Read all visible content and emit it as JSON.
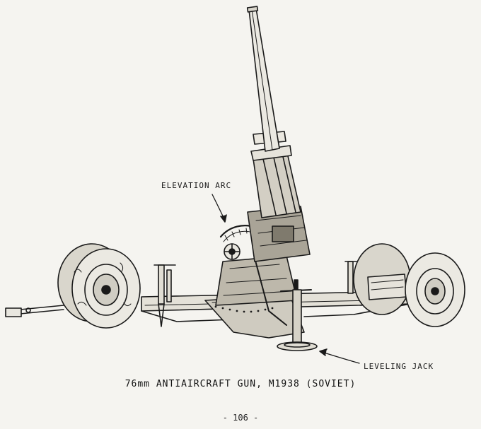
{
  "figure": {
    "callouts": {
      "elevation_arc": "ELEVATION ARC",
      "leveling_jack": "LEVELING JACK"
    },
    "caption": "76mm ANTIAIRCRAFT GUN, M1938 (SOVIET)"
  },
  "page": {
    "number": "- 106 -"
  },
  "colors": {
    "paper": "#f5f4f0",
    "ink": "#1a1a1a"
  }
}
